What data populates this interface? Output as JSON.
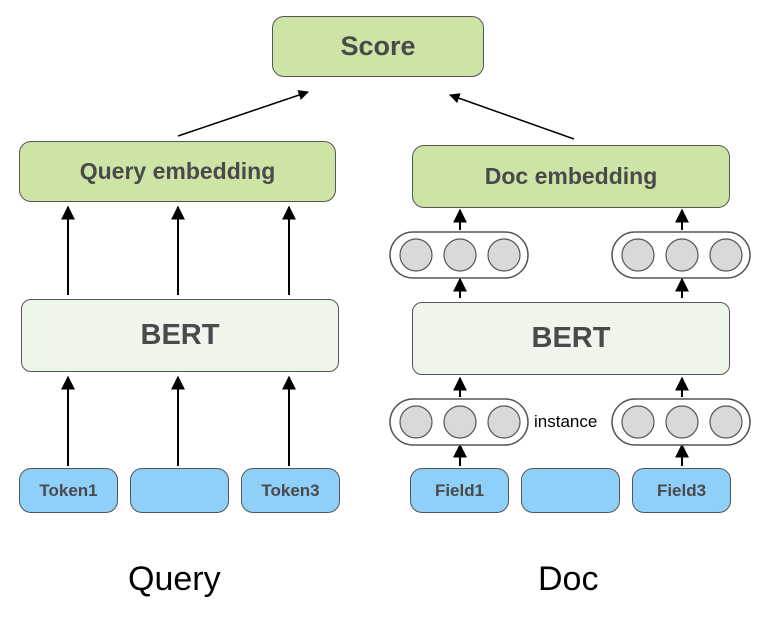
{
  "score_label": "Score",
  "query": {
    "embedding_label": "Query embedding",
    "bert_label": "BERT",
    "tokens": [
      "Token1",
      "",
      "Token3"
    ],
    "caption": "Query"
  },
  "doc": {
    "embedding_label": "Doc embedding",
    "bert_label": "BERT",
    "fields": [
      "Field1",
      "",
      "Field3"
    ],
    "instance_label": "instance",
    "caption": "Doc"
  },
  "colors": {
    "embedding_fill": "#cde4a6",
    "bert_fill": "#eef5ea",
    "token_fill": "#8fd0fb",
    "circle_fill": "#d9d9d9",
    "border": "#555555"
  }
}
